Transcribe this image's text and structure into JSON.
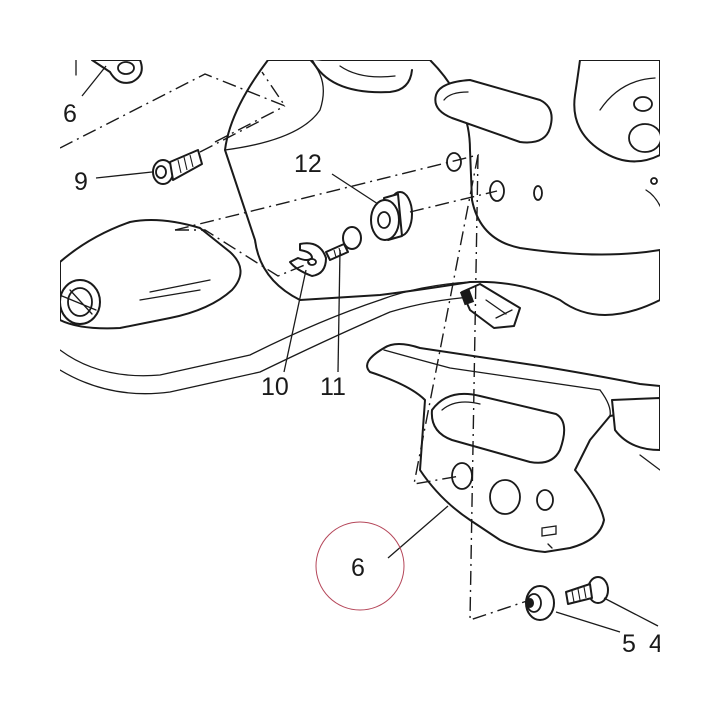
{
  "diagram": {
    "colors": {
      "line": "#1a1a1a",
      "background": "#ffffff",
      "highlight_ring": "#b5475a"
    },
    "callouts": {
      "c6_top": "6",
      "c9": "9",
      "c12": "12",
      "c10": "10",
      "c11": "11",
      "c6_main": "6",
      "c5": "5",
      "c4": "4"
    },
    "highlighted_callout": "6"
  }
}
